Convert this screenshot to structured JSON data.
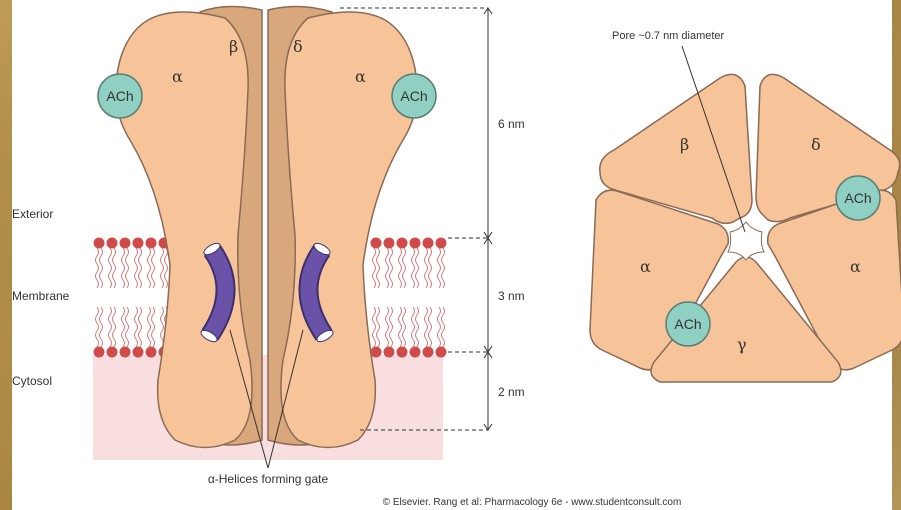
{
  "side_view": {
    "subunits": {
      "alpha_left": "α",
      "beta": "β",
      "delta": "δ",
      "alpha_right": "α"
    },
    "ach_left": "ACh",
    "ach_right": "ACh",
    "region_labels": {
      "exterior": "Exterior",
      "membrane": "Membrane",
      "cytosol": "Cytosol"
    },
    "dimensions": {
      "top": "6 nm",
      "middle": "3 nm",
      "bottom": "2 nm"
    },
    "gate_label": "α-Helices forming gate"
  },
  "top_view": {
    "pore_label": "Pore ~0.7 nm diameter",
    "subunits": {
      "beta": "β",
      "delta": "δ",
      "alpha_left": "α",
      "alpha_right": "α",
      "gamma": "γ"
    },
    "ach_left": "ACh",
    "ach_right": "ACh"
  },
  "credit": "© Elsevier. Rang et al: Pharmacology 6e - www.studentconsult.com",
  "colors": {
    "subunit_light": "#f7c49a",
    "subunit_dark": "#d9a77c",
    "outline": "#8a6a55",
    "ach": "#8fd0c2",
    "lipid_head": "#d04a4a",
    "cytosol_bg": "#f8dede",
    "helix": "#6a52a8"
  }
}
